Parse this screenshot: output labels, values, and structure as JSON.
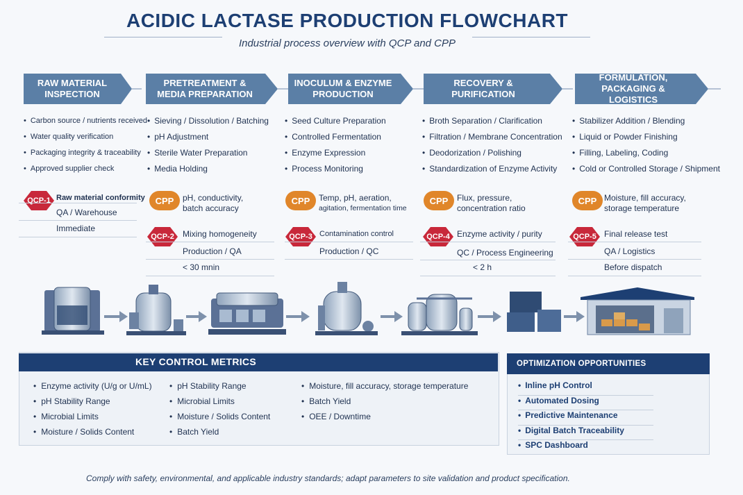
{
  "title": "ACIDIC LACTASE PRODUCTION FLOWCHART",
  "subtitle": "Industrial process overview with QCP and CPP",
  "colors": {
    "navy": "#1d3f73",
    "stage_blue": "#5b7fa6",
    "qcp_red": "#c8283a",
    "cpp_orange": "#e0862a"
  },
  "stages": [
    {
      "label": "RAW MATERIAL INSPECTION",
      "bullets": [
        "Carbon source / nutrients received",
        "Water quality verification",
        "Packaging integrity & traceability",
        "Approved supplier check"
      ]
    },
    {
      "label": "PRETREATMENT & MEDIA PREPARATION",
      "bullets": [
        "Sieving / Dissolution / Batching",
        "pH Adjustment",
        "Sterile Water Preparation",
        "Media Holding"
      ]
    },
    {
      "label": "INOCULUM & ENZYME PRODUCTION",
      "bullets": [
        "Seed Culture Preparation",
        "Controlled Fermentation",
        "Enzyme Expression",
        "Process Monitoring"
      ]
    },
    {
      "label": "RECOVERY & PURIFICATION",
      "bullets": [
        "Broth Separation / Clarification",
        "Filtration / Membrane Concentration",
        "Deodorization / Polishing",
        "Standardization of Enzyme Activity"
      ]
    },
    {
      "label": "FORMULATION, PACKAGING & LOGISTICS",
      "bullets": [
        "Stabilizer Addition / Blending",
        "Liquid or Powder Finishing",
        "Filling, Labeling, Coding",
        "Cold or Controlled Storage / Shipment"
      ]
    }
  ],
  "qcp1": {
    "badge": "QCP-1",
    "item": "Raw material conformity",
    "owner": "QA / Warehouse",
    "timing": "Immediate"
  },
  "cpp1": {
    "badge": "CPP",
    "text1": "pH, conductivity,",
    "text2": "batch accuracy"
  },
  "qcp2": {
    "badge": "QCP-2",
    "item": "Mixing homogeneity",
    "owner": "Production / QA",
    "timing": "< 30 mnin"
  },
  "cpp2": {
    "badge": "CPP",
    "text1": "Temp, pH, aeration,",
    "text2": "agitation, fermentation time"
  },
  "qcp3": {
    "badge": "QCP-3",
    "item": "Contamination control",
    "owner": "Production / QC"
  },
  "cpp3": {
    "badge": "CPP",
    "text1": "Flux, pressure,",
    "text2": "concentration ratio"
  },
  "qcp4": {
    "badge": "QCP-4",
    "item": "Enzyme activity / purity",
    "owner": "QC / Process Engineering",
    "timing": "< 2 h"
  },
  "cpp4": {
    "badge": "CPP",
    "text1": "Moisture, fill accuracy,",
    "text2": "storage temperature"
  },
  "qcp5": {
    "badge": "QCP-5",
    "item": "Final release test",
    "owner": "QA / Logistics",
    "timing": "Before dispatch"
  },
  "equipment_icons": [
    "receiving-tank-icon",
    "mixing-tank-icon",
    "media-holding-skid-icon",
    "fermenter-icon",
    "purification-skid-icon",
    "packaged-boxes-icon",
    "warehouse-icon"
  ],
  "key_metrics": {
    "title": "KEY CONTROL METRICS",
    "col1": [
      "Enzyme activity (U/g or U/mL)",
      "pH Stability Range",
      "Microbial Limits",
      "Moisture / Solids Content"
    ],
    "col2": [
      "pH Stability Range",
      "Microbial Limits",
      "Moisture / Solids Content",
      "Batch Yield"
    ],
    "col3": [
      "Moisture, fill accuracy, storage temperature",
      "Batch Yield",
      "OEE / Downtime"
    ]
  },
  "optimization": {
    "title": "OPTIMIZATION OPPORTUNITIES",
    "items": [
      "Inline pH Control",
      "Automated Dosing",
      "Predictive Maintenance",
      "Digital Batch Traceability",
      "SPC Dashboard"
    ]
  },
  "footer": "Comply with safety, environmental, and applicable industry standards; adapt parameters to site validation and product specification."
}
